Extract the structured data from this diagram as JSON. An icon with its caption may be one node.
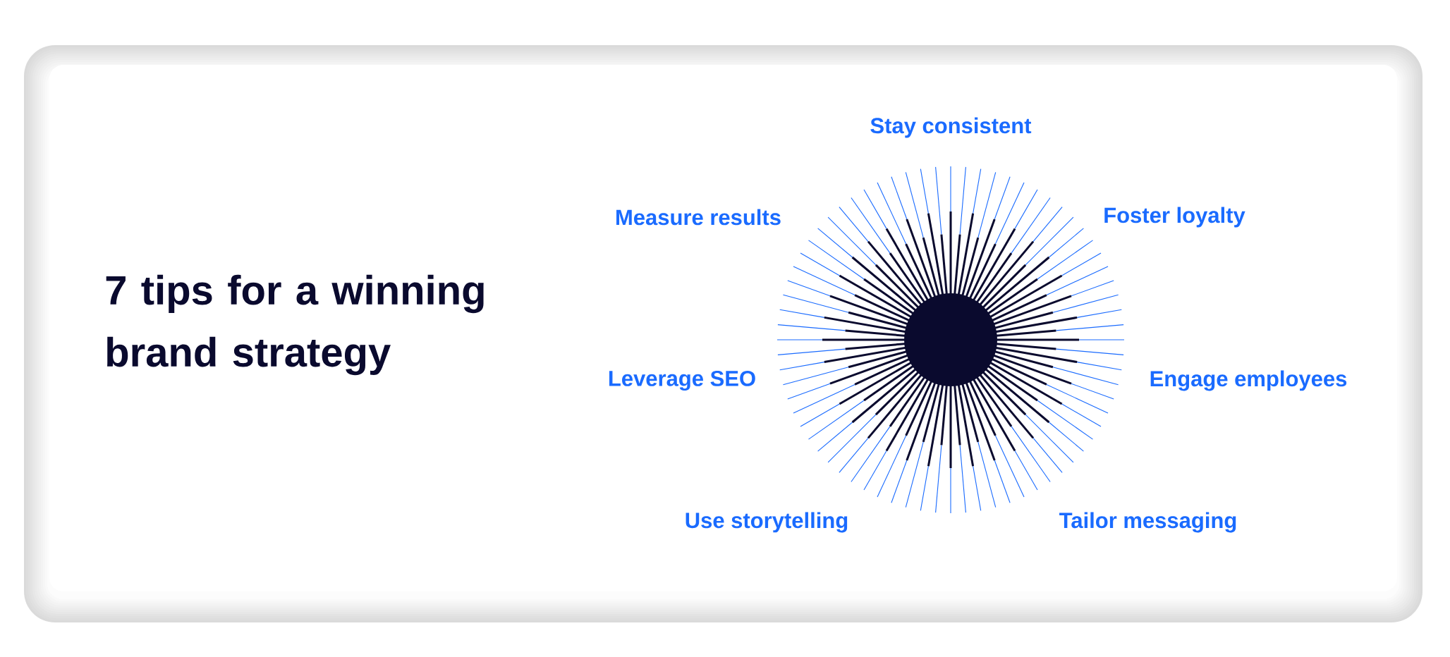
{
  "diagram": {
    "title": "7 tips for a winning brand strategy",
    "labels": [
      "Stay consistent",
      "Measure results",
      "Foster loyalty",
      "Leverage SEO",
      "Engage employees",
      "Use storytelling",
      "Tailor messaging"
    ]
  }
}
